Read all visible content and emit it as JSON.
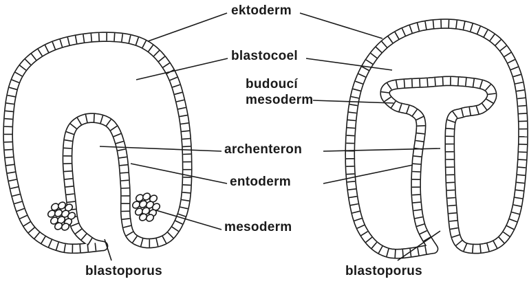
{
  "labels": {
    "ektoderm": "ektoderm",
    "blastocoel": "blastocoel",
    "budouci": "budoucí",
    "mesoderm_future": "mesoderm",
    "archenteron": "archenteron",
    "entoderm": "entoderm",
    "mesoderm": "mesoderm",
    "blastoporus_left": "blastoporus",
    "blastoporus_right": "blastoporus"
  },
  "colors": {
    "stroke": "#1a1a1a",
    "cell_fill": "#ffffff",
    "background": "#ffffff"
  }
}
